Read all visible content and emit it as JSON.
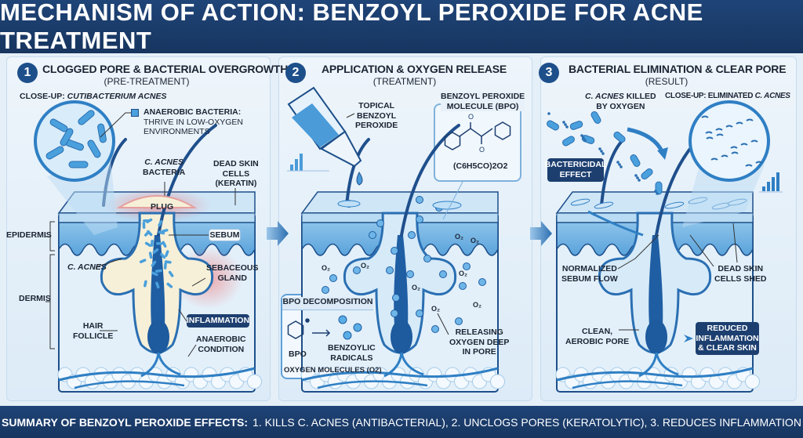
{
  "title": "MECHANISM OF ACTION: BENZOYL PEROXIDE FOR ACNE TREATMENT",
  "colors": {
    "navy": "#1d3f70",
    "accent": "#2f7fc4",
    "light": "#dcebf7",
    "inflammation": "#e86a6a"
  },
  "panels": [
    {
      "number": "1",
      "title": "CLOGGED PORE & BACTERIAL OVERGROWTH",
      "subtitle": "(PRE-TREATMENT)",
      "closeup_prefix": "CLOSE-UP:",
      "closeup_name": "CUTIBACTERIUM ACNES",
      "legend_title": "ANAEROBIC BACTERIA:",
      "legend_text1": "THRIVE IN LOW-OXYGEN",
      "legend_text2": "ENVIRONMENTS",
      "labels": {
        "c_acnes_bacteria_1": "C. ACNES",
        "c_acnes_bacteria_2": "BACTERIA",
        "dead_skin_1": "DEAD SKIN",
        "dead_skin_2": "CELLS",
        "dead_skin_3": "(KERATIN)",
        "plug": "PLUG",
        "epidermis": "EPIDERMIS",
        "dermis": "DERMIS",
        "sebum": "SEBUM",
        "c_acnes": "C. ACNES",
        "sebaceous_1": "SEBACEOUS",
        "sebaceous_2": "GLAND",
        "inflammation": "INFLAMMATION",
        "hair_1": "HAIR",
        "hair_2": "FOLLICLE",
        "anaerobic_1": "ANAEROBIC",
        "anaerobic_2": "CONDITION"
      }
    },
    {
      "number": "2",
      "title": "APPLICATION & OXYGEN RELEASE",
      "subtitle": "(TREATMENT)",
      "labels": {
        "topical_1": "TOPICAL",
        "topical_2": "BENZOYL",
        "topical_3": "PEROXIDE",
        "molecule_1": "BENZOYL PEROXIDE",
        "molecule_2": "MOLECULE (BPO)",
        "formula": "(C6H5CO)2O2",
        "decomp_title": "BPO DECOMPOSITION",
        "bpo": "BPO",
        "radicals_1": "BENZOYLIC",
        "radicals_2": "RADICALS",
        "oxygen_molecules": "OXYGEN MOLECULES (O2)",
        "releasing_1": "RELEASING",
        "releasing_2": "OXYGEN DEEP",
        "releasing_3": "IN PORE",
        "o2": "O2"
      }
    },
    {
      "number": "3",
      "title": "BACTERIAL ELIMINATION & CLEAR PORE",
      "subtitle": "(RESULT)",
      "labels": {
        "killed_italic": "C. ACNES",
        "killed_1": "KILLED",
        "killed_2": "BY OXYGEN",
        "closeup_prefix": "CLOSE-UP: ELIMINATED",
        "closeup_name": "C. ACNES",
        "bactericidal_1": "BACTERICIDAL",
        "bactericidal_2": "EFFECT",
        "normalized_1": "NORMALIZED",
        "normalized_2": "SEBUM FLOW",
        "dead_1": "DEAD SKIN",
        "dead_2": "CELLS SHED",
        "clean_1": "CLEAN,",
        "clean_2": "AEROBIC PORE",
        "reduced_1": "REDUCED",
        "reduced_2": "INFLAMMATION",
        "reduced_3": "& CLEAR SKIN"
      }
    }
  ],
  "footer": {
    "lead": "SUMMARY OF BENZOYL PEROXIDE EFFECTS:",
    "text": "1. KILLS C. ACNES (ANTIBACTERIAL), 2. UNCLOGS PORES (KERATOLYTIC), 3. REDUCES INFLAMMATION"
  }
}
